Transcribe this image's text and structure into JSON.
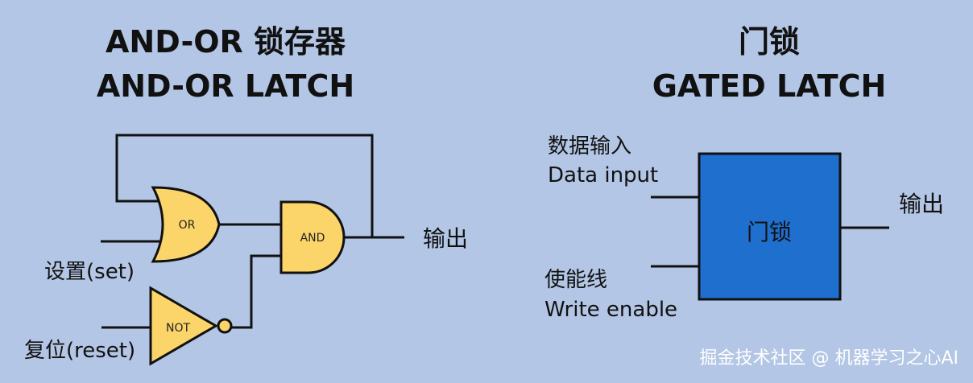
{
  "left": {
    "title_cn": "AND-OR 锁存器",
    "title_en": "AND-OR LATCH",
    "gates": {
      "or": "OR",
      "and": "AND",
      "not": "NOT"
    },
    "set_label": "设置(set)",
    "reset_label": "复位(reset)",
    "output_label": "输出"
  },
  "right": {
    "title_cn": "门锁",
    "title_en": "GATED LATCH",
    "data_input_cn": "数据输入",
    "data_input_en": "Data input",
    "write_enable_cn": "使能线",
    "write_enable_en": "Write enable",
    "box_label": "门锁",
    "output_label": "输出"
  },
  "watermark": "掘金技术社区 @ 机器学习之心AI",
  "colors": {
    "background": "#b3c6e5",
    "gate_fill": "#fcd56a",
    "latch_box": "#1f6fcf"
  }
}
